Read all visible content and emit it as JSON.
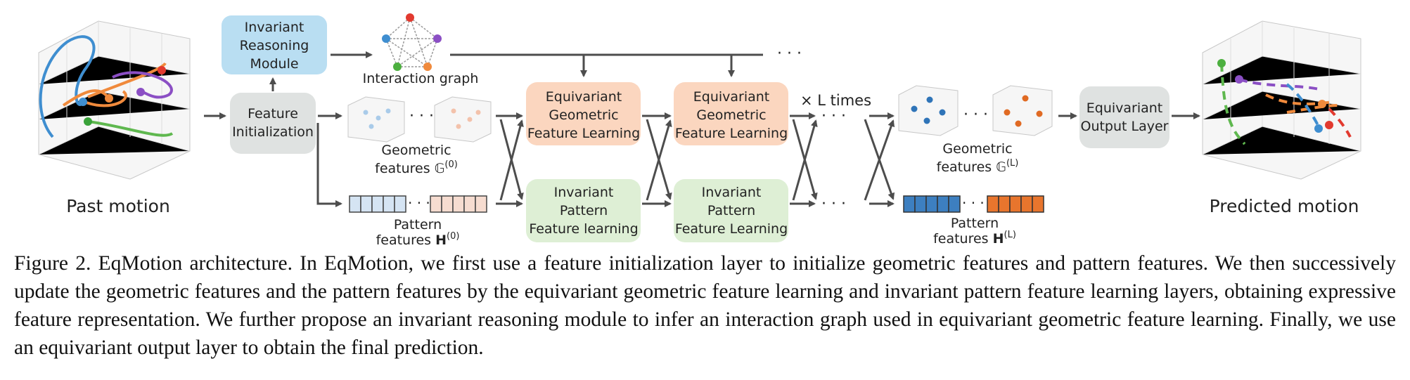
{
  "diagram": {
    "past_motion_label": "Past motion",
    "predicted_motion_label": "Predicted motion",
    "invariant_reasoning": [
      "Invariant",
      "Reasoning",
      "Module"
    ],
    "interaction_graph_label": "Interaction graph",
    "feature_init": [
      "Feature",
      "Initialization"
    ],
    "geometric_features": {
      "line1": "Geometric",
      "line2": "features",
      "symbol": "𝔾",
      "sup": "(0)"
    },
    "pattern_features": {
      "line1": "Pattern",
      "line2": "features",
      "symbol": "H",
      "sup": "(0)"
    },
    "egfl": [
      "Equivariant",
      "Geometric",
      "Feature Learning"
    ],
    "ipfl": [
      "Invariant",
      "Pattern",
      "Feature learning"
    ],
    "ipfl2": [
      "Invariant",
      "Pattern",
      "Feature Learning"
    ],
    "l_times": "× L times",
    "geometric_features_L": {
      "line1": "Geometric",
      "line2": "features",
      "symbol": "𝔾",
      "sup": "(L)"
    },
    "pattern_features_L": {
      "line1": "Pattern",
      "line2": "features",
      "symbol": "H",
      "sup": "(L)"
    },
    "output_layer": [
      "Equivariant",
      "Output Layer"
    ],
    "ellipsis": "· · ·",
    "colors": {
      "blue_box": "#b9def2",
      "gray_box": "#dfe2e1",
      "orange_box": "#fbd6bf",
      "green_box": "#deefd5",
      "blue_dark": "#3d7fc0",
      "orange_dark": "#e8752d",
      "blue_light": "#d5e4f3",
      "orange_light": "#f6dcd0"
    }
  },
  "caption": "Figure 2. EqMotion architecture. In EqMotion, we first use a feature initialization layer to initialize geometric features and pattern features. We then successively update the geometric features and the pattern features by the equivariant geometric feature learning and invariant pattern feature learning layers, obtaining expressive feature representation. We further propose an invariant reasoning module to infer an interaction graph used in equivariant geometric feature learning. Finally, we use an equivariant output layer to obtain the final prediction."
}
